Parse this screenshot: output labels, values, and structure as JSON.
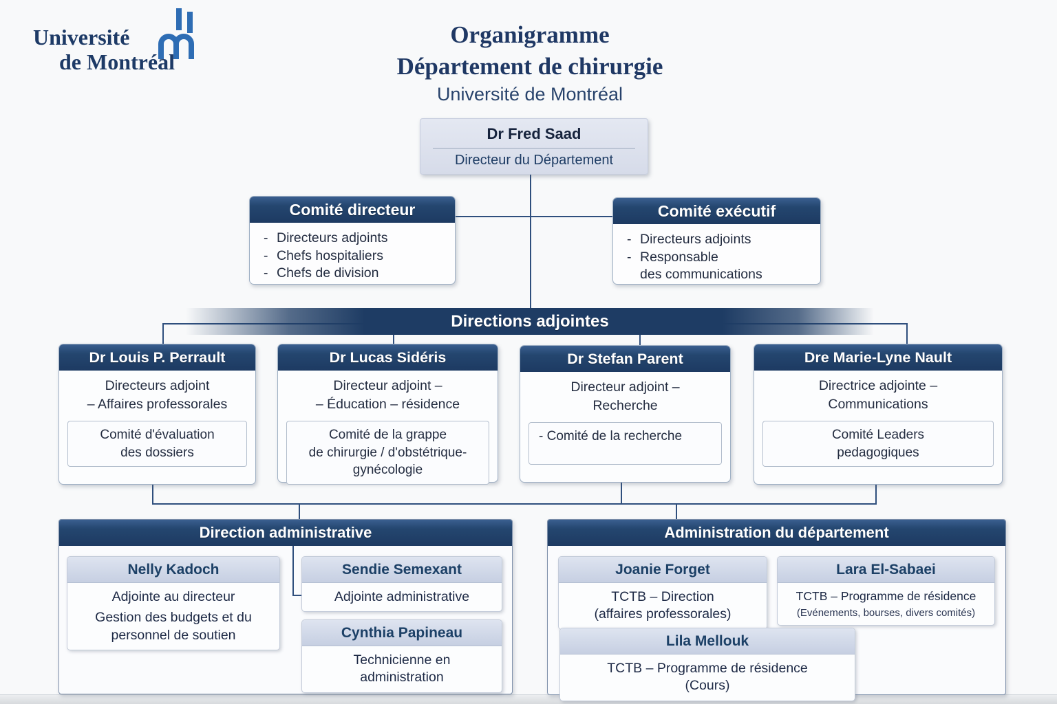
{
  "colors": {
    "navy_header": "#1e3c64",
    "navy_title_text": "#1f3864",
    "light_member_header": "#ccd5e5",
    "director_box_bg": "#dde2ee",
    "box_body_bg": "#fcfdfe",
    "connector": "#2f4f7d",
    "logo_blue": "#2e6db4",
    "page_bg": "#f8f9fa"
  },
  "logo": {
    "line1": "Université",
    "line2": "de Montréal",
    "icon": "udem-mark-icon"
  },
  "title": {
    "line1": "Organigramme",
    "line2": "Département de chirurgie",
    "line3": "Université de Montréal"
  },
  "director": {
    "name": "Dr Fred Saad",
    "role": "Directeur du Département"
  },
  "committee_director": {
    "title": "Comité directeur",
    "items": [
      {
        "bullet": "-",
        "text": "Directeurs adjoints"
      },
      {
        "bullet": "-",
        "text": "Chefs hospitaliers"
      },
      {
        "bullet": "-",
        "text": "Chefs de division"
      }
    ]
  },
  "committee_executive": {
    "title": "Comité exécutif",
    "items": [
      {
        "bullet": "-",
        "text": "Directeurs adjoints"
      },
      {
        "bullet": "-",
        "text": "Responsable\ndes communications"
      }
    ]
  },
  "banner": {
    "label": "Directions adjointes"
  },
  "directions": [
    {
      "name": "Dr Louis P. Perrault",
      "role": "Directeurs adjoint\n– Affaires professorales",
      "committee": "Comité d'évaluation\ndes dossiers"
    },
    {
      "name": "Dr Lucas Sidéris",
      "role": "Directeur adjoint –\n– Éducation – résidence",
      "committee": "Comité de la grappe\nde chirurgie / d'obstétrique-\ngynécologie"
    },
    {
      "name": "Dr Stefan Parent",
      "role": "Directeur adjoint –\nRecherche",
      "committee": "- Comité de la recherche"
    },
    {
      "name": "Dre Marie-Lyne Nault",
      "role": "Directrice adjointe –\nCommunications",
      "committee": "Comité Leaders\npedagogiques"
    }
  ],
  "admin_direction": {
    "title": "Direction administrative",
    "members": [
      {
        "name": "Nelly Kadoch",
        "role1": "Adjointe au directeur",
        "role2": "Gestion des budgets et du\npersonnel de soutien"
      },
      {
        "name": "Sendie Semexant",
        "role1": "Adjointe administrative"
      },
      {
        "name": "Cynthia Papineau",
        "role1": "Technicienne en\nadministration"
      }
    ]
  },
  "admin_department": {
    "title": "Administration du département",
    "members": [
      {
        "name": "Joanie Forget",
        "role1": "TCTB – Direction\n(affaires professorales)"
      },
      {
        "name": "Lara El-Sabaei",
        "role1": "TCTB – Programme de résidence",
        "role2": "(Evénements, bourses, divers comités)"
      },
      {
        "name": "Lila Mellouk",
        "role1": "TCTB – Programme de résidence\n(Cours)"
      }
    ]
  }
}
